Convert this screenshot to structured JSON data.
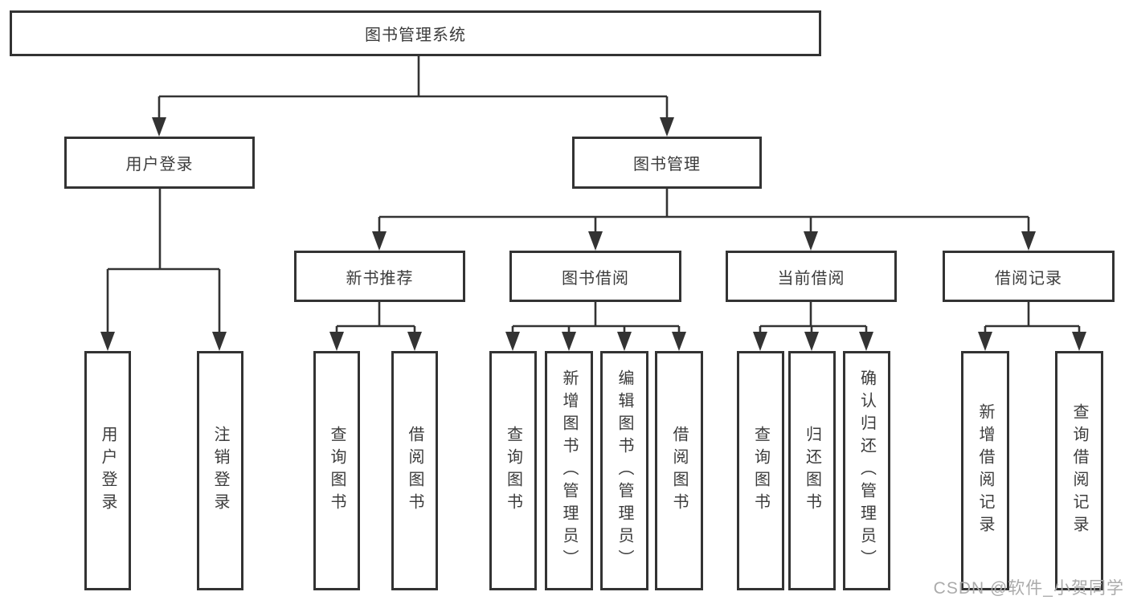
{
  "diagram": {
    "root": {
      "label": "图书管理系统"
    },
    "level2": {
      "user_login": {
        "label": "用户登录"
      },
      "book_mgmt": {
        "label": "图书管理"
      }
    },
    "level3": {
      "new_book_rec": {
        "label": "新书推荐"
      },
      "book_borrow": {
        "label": "图书借阅"
      },
      "current_borrow": {
        "label": "当前借阅"
      },
      "borrow_records": {
        "label": "借阅记录"
      }
    },
    "leaves": {
      "user_login_leaf": {
        "label": "用户登录",
        "parent": "用户登录"
      },
      "logout": {
        "label": "注销登录",
        "parent": "用户登录"
      },
      "query_book_rec": {
        "label": "查询图书",
        "parent": "新书推荐"
      },
      "borrow_book_rec": {
        "label": "借阅图书",
        "parent": "新书推荐"
      },
      "query_book_borrow": {
        "label": "查询图书",
        "parent": "图书借阅"
      },
      "add_book": {
        "label": "新增图书（管理员）",
        "parent": "图书借阅"
      },
      "edit_book": {
        "label": "编辑图书（管理员）",
        "parent": "图书借阅"
      },
      "borrow_book_borrow": {
        "label": "借阅图书",
        "parent": "图书借阅"
      },
      "query_book_current": {
        "label": "查询图书",
        "parent": "当前借阅"
      },
      "return_book": {
        "label": "归还图书",
        "parent": "当前借阅"
      },
      "confirm_return": {
        "label": "确认归还（管理员）",
        "parent": "当前借阅"
      },
      "add_borrow_record": {
        "label": "新增借阅记录",
        "parent": "借阅记录"
      },
      "query_borrow_record": {
        "label": "查询借阅记录",
        "parent": "借阅记录"
      }
    }
  },
  "watermark": {
    "text": "CSDN @软件_小贺同学"
  },
  "colors": {
    "line": "#333333",
    "text": "#3c3c3c",
    "watermark": "#ababab",
    "background": "#ffffff"
  }
}
